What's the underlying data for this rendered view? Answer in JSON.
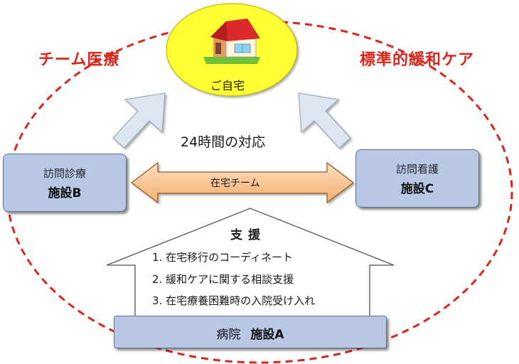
{
  "left_title": "チーム医療",
  "right_title": "標準的緩和ケア",
  "home": {
    "label": "ご自宅"
  },
  "center_label": "24時間の対応",
  "team_arrow_label": "在宅チーム",
  "facility_b": {
    "sub": "訪問診療",
    "name": "施設B"
  },
  "facility_c": {
    "sub": "訪問看護",
    "name": "施設C"
  },
  "support": {
    "title": "支援",
    "items": [
      "1. 在宅移行のコーディネート",
      "2. 緩和ケアに関する相談支援",
      "3. 在宅療養困難時の入院受け入れ"
    ]
  },
  "hospital": {
    "sub": "病院",
    "name": "施設A"
  },
  "colors": {
    "dashed_ellipse": "#d9261c",
    "home_circle": "#ffff33",
    "facility_box": "#b8c7e3",
    "team_arrow": "#f9c38f",
    "diagonal_arrows": "#dde6f0"
  }
}
